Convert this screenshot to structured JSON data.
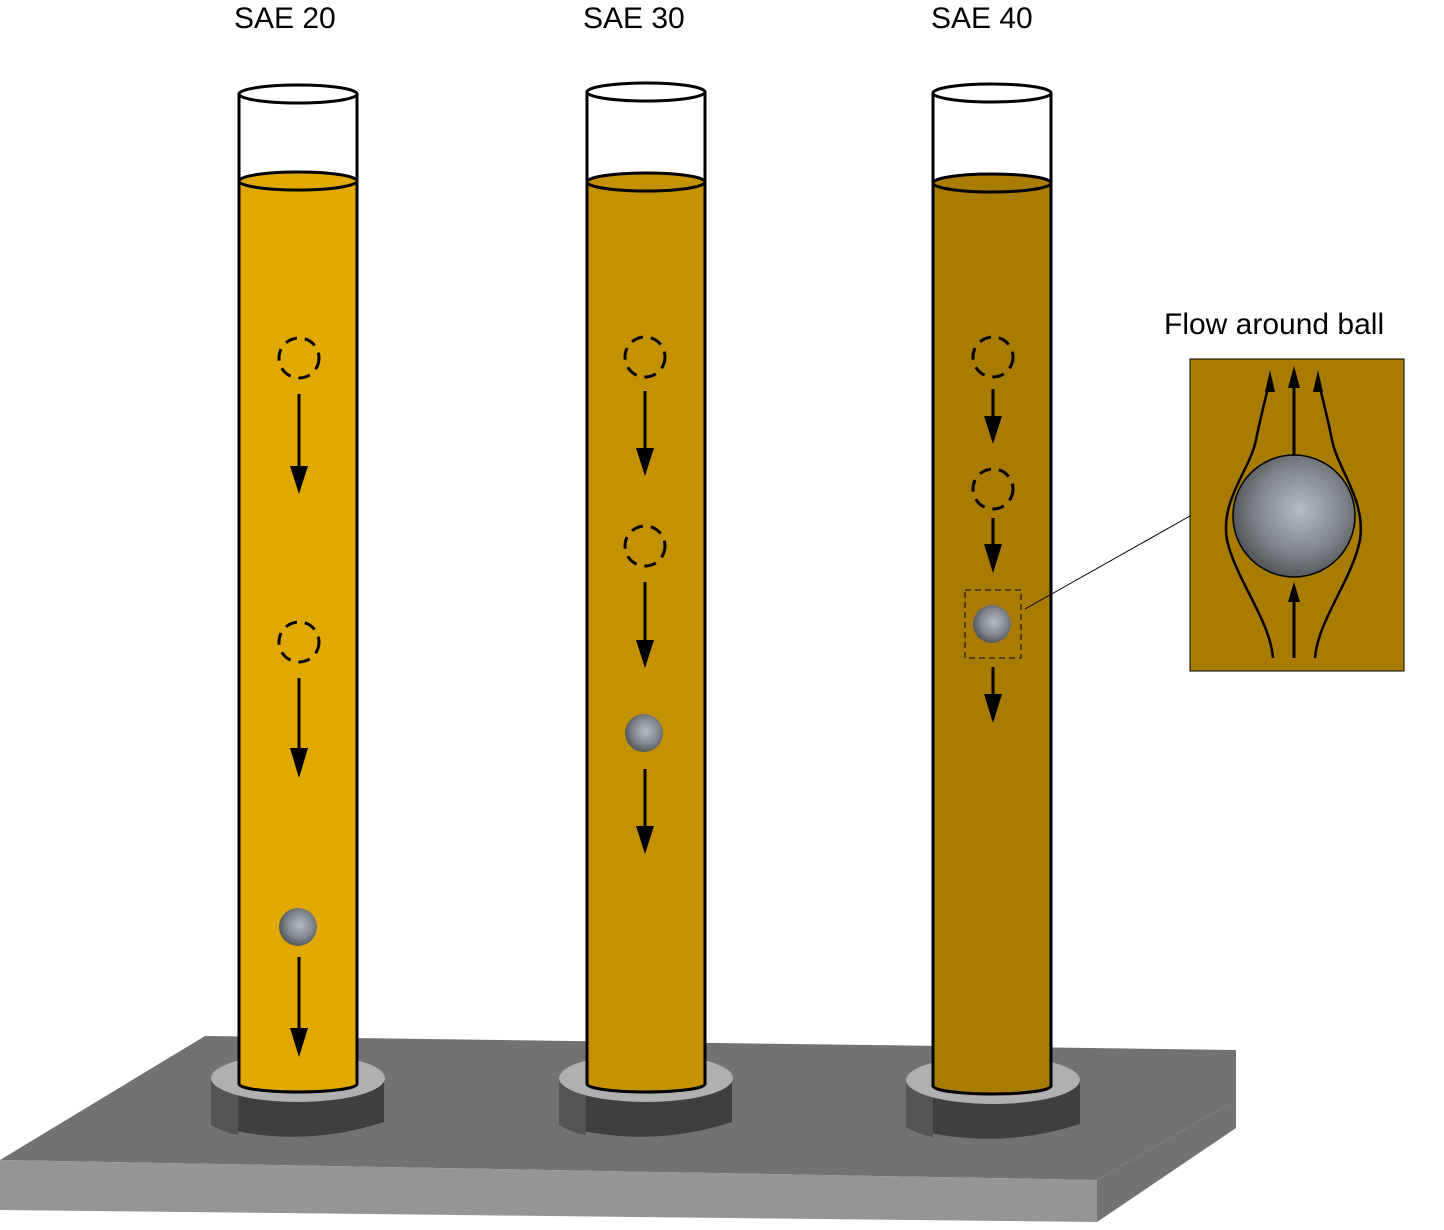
{
  "diagram": {
    "type": "falling-ball viscometer comparison",
    "cylinders": [
      {
        "label": "SAE 20",
        "oil_color": "#e1a900",
        "ghost_positions": 2,
        "ball_position": "bottom",
        "arrow_length": "long"
      },
      {
        "label": "SAE 30",
        "oil_color": "#c49100",
        "ghost_positions": 2,
        "ball_position": "middle",
        "arrow_length": "medium"
      },
      {
        "label": "SAE 40",
        "oil_color": "#a87c00",
        "ghost_positions": 2,
        "ball_position": "upper",
        "arrow_length": "short"
      }
    ],
    "inset": {
      "title": "Flow around ball",
      "background": "#a87c00",
      "streamlines": 3
    },
    "base": {
      "top_color": "#727272",
      "front_color": "#959595",
      "side_color": "#727272",
      "foot_top_color": "#b0b0b0",
      "foot_side_color": "#3f3f3f"
    }
  }
}
